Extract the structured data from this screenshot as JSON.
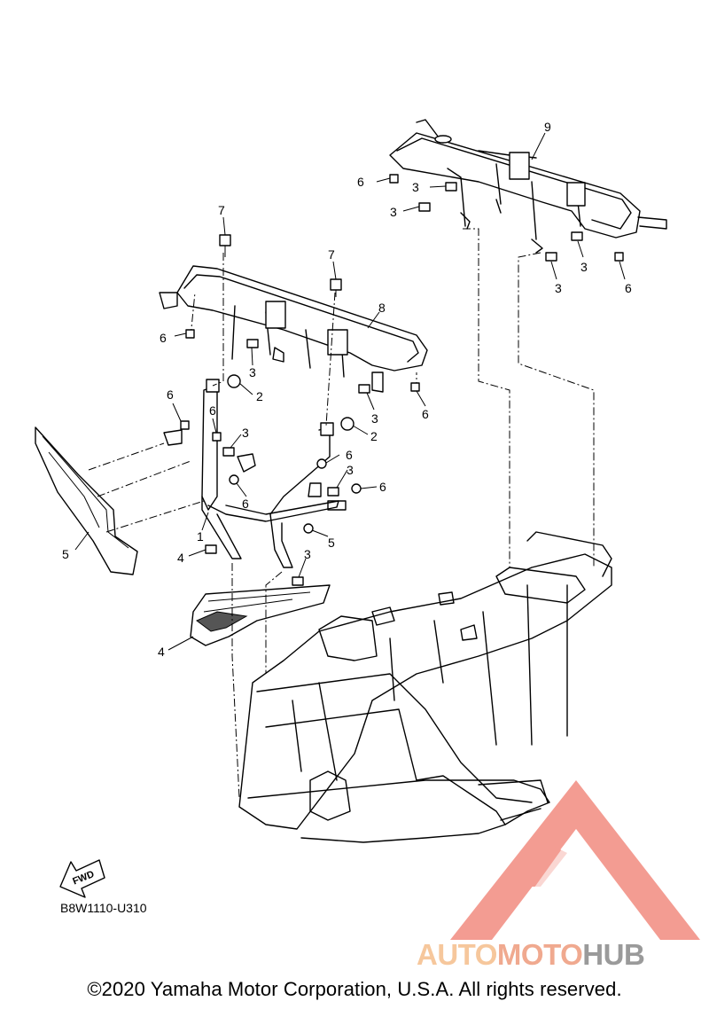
{
  "diagram": {
    "callouts": [
      "1",
      "2",
      "2",
      "3",
      "3",
      "3",
      "3",
      "3",
      "3",
      "3",
      "3",
      "3",
      "4",
      "5",
      "6",
      "6",
      "6",
      "6",
      "6",
      "6",
      "6",
      "6",
      "6",
      "7",
      "7",
      "8",
      "9"
    ],
    "fwd_label": "FWD",
    "diagram_code": "B8W1110-U310",
    "copyright": "©2020 Yamaha Motor Corporation, U.S.A. All rights reserved."
  },
  "watermark": {
    "part1": "AUTO",
    "part2": "MOTO",
    "part3": "HUB",
    "colors": {
      "auto": "#f6c79c",
      "moto": "#f0a98f",
      "hub": "#9a9a9a",
      "triangle": "#ef7b6e"
    }
  }
}
